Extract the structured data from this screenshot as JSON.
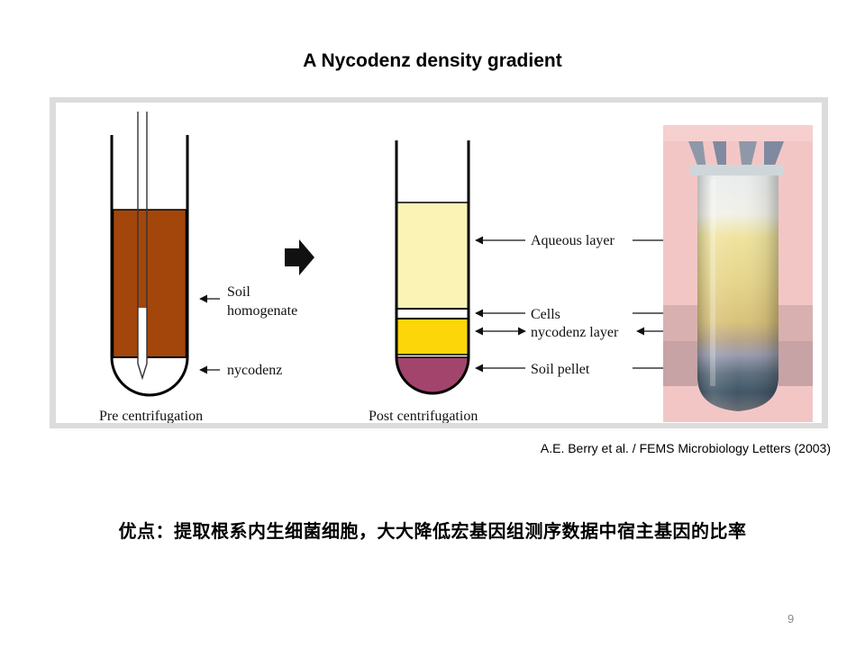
{
  "slide": {
    "title": "A Nycodenz density gradient",
    "citation": "A.E. Berry et al. / FEMS Microbiology Letters (2003)",
    "advantage_text": "优点：提取根系内生细菌细胞，大大降低宏基因组测序数据中宿主基因的比率",
    "page_number": "9"
  },
  "figure": {
    "pre": {
      "caption": "Pre centrifugation",
      "label_soil_line1": "Soil",
      "label_soil_line2": "homogenate",
      "label_nycodenz": "nycodenz"
    },
    "post": {
      "caption": "Post centrifugation",
      "label_aqueous": "Aqueous layer",
      "label_cells": "Cells",
      "label_nycodenz_layer": "nycodenz layer",
      "label_soil_pellet": "Soil pellet"
    },
    "colors": {
      "soil_brown": "#a3460c",
      "aqueous_yellow": "#fbf3b6",
      "nycodenz_gold": "#fdd60a",
      "pellet_purple": "#a3446d",
      "photo_pink": "#f3c6c6"
    },
    "icons": [
      "right-arrow-icon"
    ]
  }
}
